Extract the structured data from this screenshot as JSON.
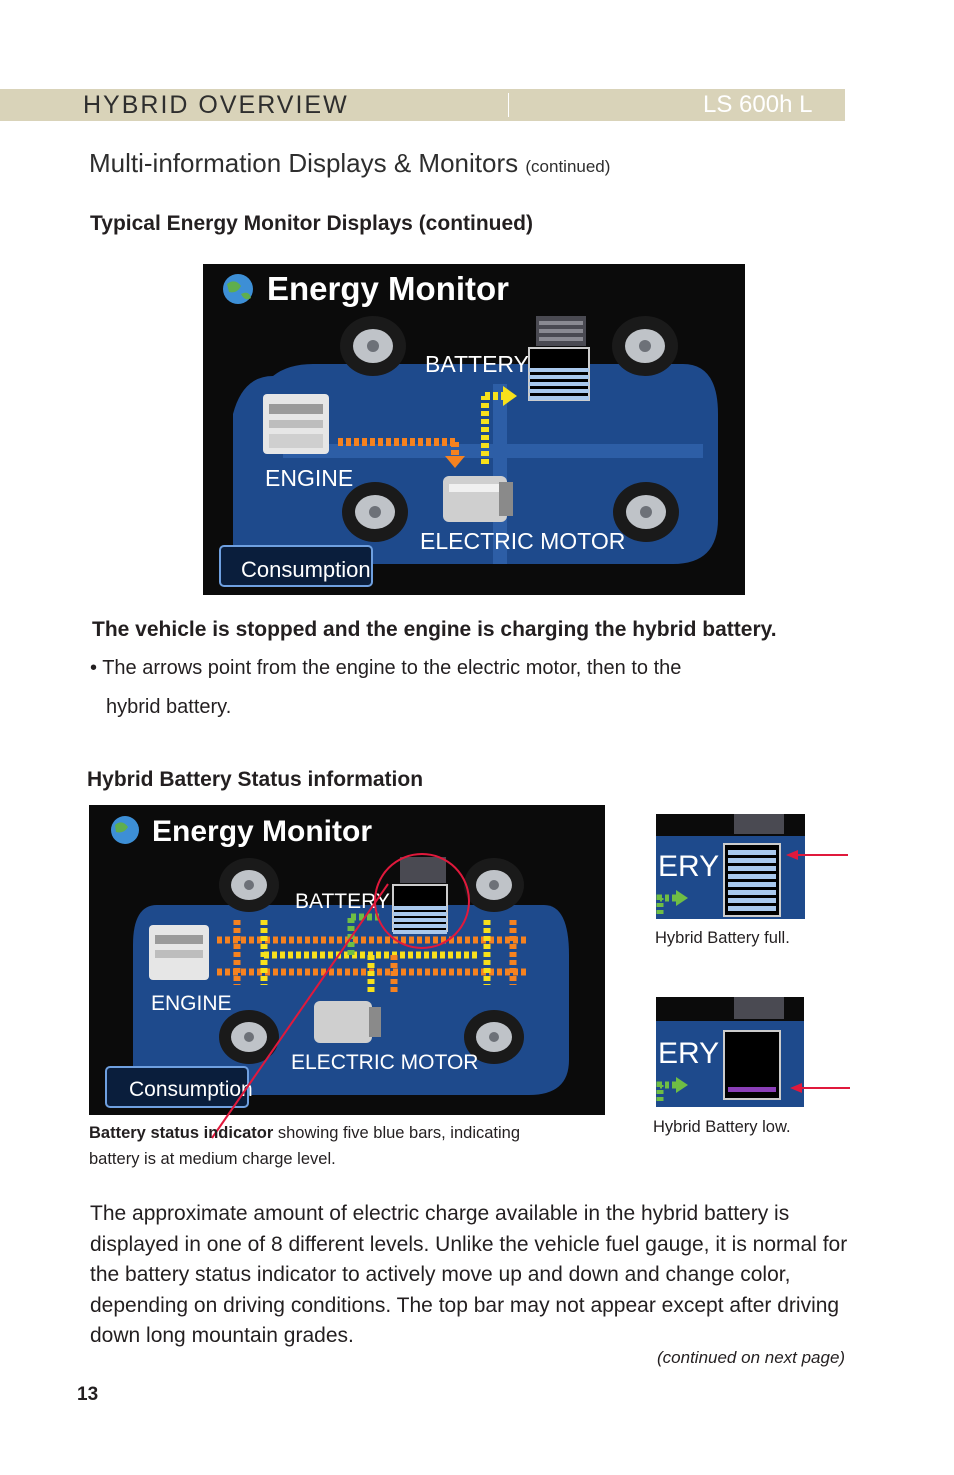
{
  "header": {
    "section": "HYBRID OVERVIEW",
    "model": "LS 600h L"
  },
  "section_title": {
    "main": "Multi-information Displays & Monitors",
    "suffix": "(continued)"
  },
  "subheading_typical": "Typical Energy Monitor Displays (continued)",
  "monitor1": {
    "title": "Energy Monitor",
    "battery_label": "BATTERY",
    "engine_label": "ENGINE",
    "motor_label": "ELECTRIC MOTOR",
    "consumption_button": "Consumption"
  },
  "statement": "The vehicle is stopped and the engine is charging the hybrid battery.",
  "bullet": {
    "line1": "• The arrows point from the engine to the electric motor, then to the",
    "line2": "hybrid battery."
  },
  "subheading_status": "Hybrid Battery Status information",
  "monitor2": {
    "title": "Energy Monitor",
    "battery_label": "BATTERY",
    "engine_label": "ENGINE",
    "motor_label": "ELECTRIC MOTOR",
    "consumption_button": "Consumption"
  },
  "thumb_full": {
    "label_fragment": "ERY",
    "caption": "Hybrid Battery full."
  },
  "thumb_low": {
    "label_fragment": "ERY",
    "caption": "Hybrid Battery low."
  },
  "indicator_caption": {
    "bold": "Battery status indicator",
    "rest_line1": " showing five blue bars, indicating",
    "line2": "battery is at medium charge level."
  },
  "paragraph": [
    "The approximate amount of electric charge available in the hybrid battery is",
    "displayed in one of 8 different levels. Unlike the vehicle fuel gauge, it is normal for",
    "the battery status indicator to actively move up and down and change color,",
    "depending on driving conditions. The top bar may not appear except after driving",
    "down long mountain grades."
  ],
  "continued_note": "(continued on next page)",
  "page_number": "13",
  "colors": {
    "header_band": "#d9d3b9",
    "screen_blue": "#1e4a8c",
    "arrow_orange": "#f58220",
    "arrow_yellow": "#f7e11b",
    "arrow_green": "#6fbe44",
    "callout_red": "#e0193c",
    "battery_bar_blue": "#a9c8ec",
    "battery_low_purple": "#8b3fb8"
  }
}
